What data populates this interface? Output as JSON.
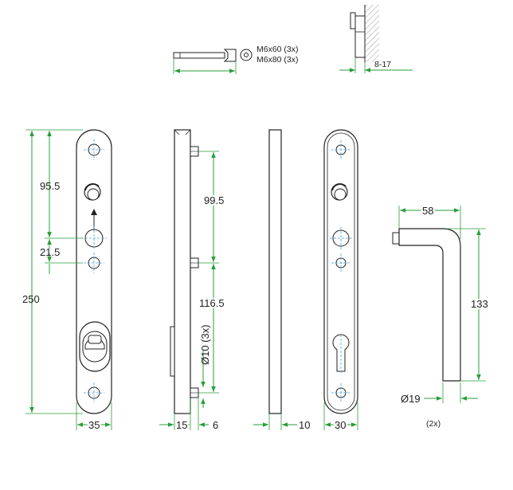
{
  "hardware": {
    "screw_label_1": "M6x60 (3x)",
    "screw_label_2": "M6x80 (3x)",
    "door_thickness": "8-17"
  },
  "dims": {
    "plate_length": "250",
    "top_to_spindle": "95.5",
    "spindle_to_screw": "21.5",
    "plate_width": "35",
    "screw_spacing_top": "99.5",
    "screw_spacing_bottom": "116.5",
    "hole_diameter": "Ø10 (3x)",
    "side_depth": "15",
    "pin_length": "6",
    "plate_thickness": "10",
    "inner_width": "30",
    "lever_length": "58",
    "lever_height": "133",
    "lever_diameter": "Ø19",
    "quantity": "(2x)"
  },
  "colors": {
    "line": "#222222",
    "dimension": "#2a9d3a",
    "center": "#4a9fd8",
    "hatch": "#999999"
  }
}
